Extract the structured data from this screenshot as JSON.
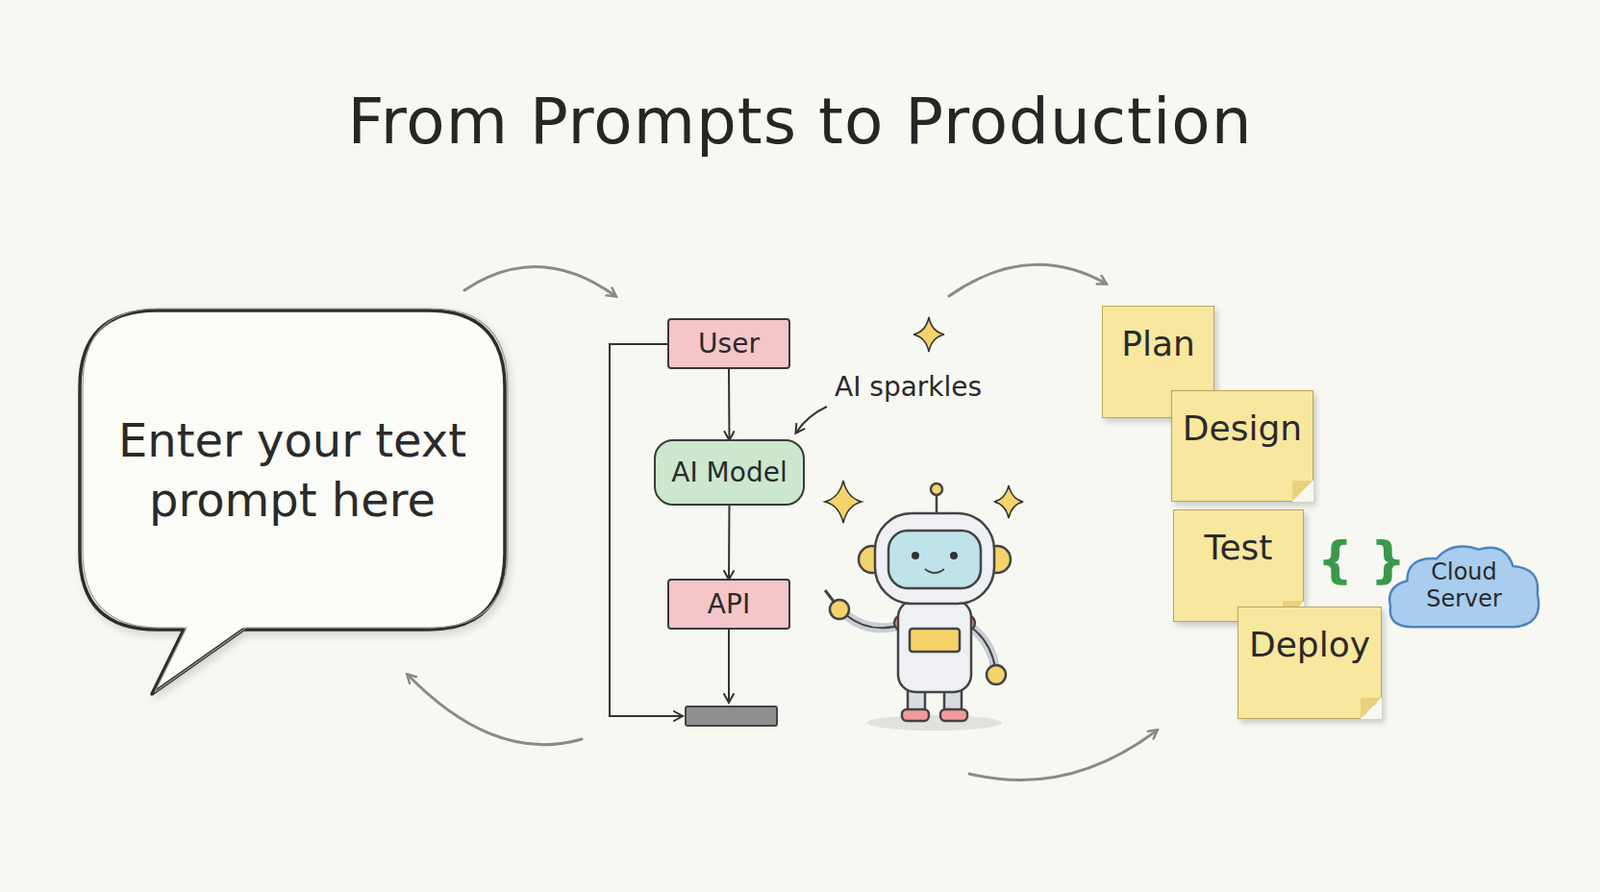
{
  "diagram": {
    "title": "From Prompts to Production",
    "nodes": [
      {
        "text": [
          "Enter your text prompt here"
        ]
      },
      {
        "text": [
          "User"
        ]
      },
      {
        "text": [
          "AI Model"
        ]
      },
      {
        "text": [
          "API"
        ]
      },
      {
        "text": [
          "Plan"
        ]
      },
      {
        "text": [
          "Design"
        ]
      },
      {
        "text": [
          "Test"
        ]
      },
      {
        "text": [
          "Deploy"
        ]
      },
      {
        "text": [
          "Cloud Server"
        ]
      }
    ],
    "edges": [
      {
        "from": 1,
        "to": 2,
        "arrow": "to"
      },
      {
        "from": 2,
        "to": 3,
        "arrow": "to"
      }
    ],
    "labels": [
      "AI sparkles",
      "{ }"
    ]
  }
}
